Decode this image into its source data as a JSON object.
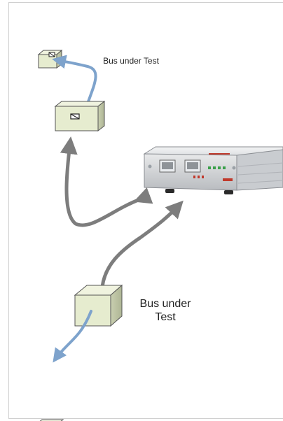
{
  "labels": {
    "bus_under_test_top": "Bus under Test",
    "bus_under_test_bottom": "Bus under Test"
  },
  "colors": {
    "cable_gray": "#7d7d7d",
    "cable_blue": "#7ea3cc",
    "node_face": "#e6eccf",
    "analyzer_body": "#d9dbde"
  },
  "device": {
    "panel_leds": "4",
    "brand_mark": "logo"
  }
}
